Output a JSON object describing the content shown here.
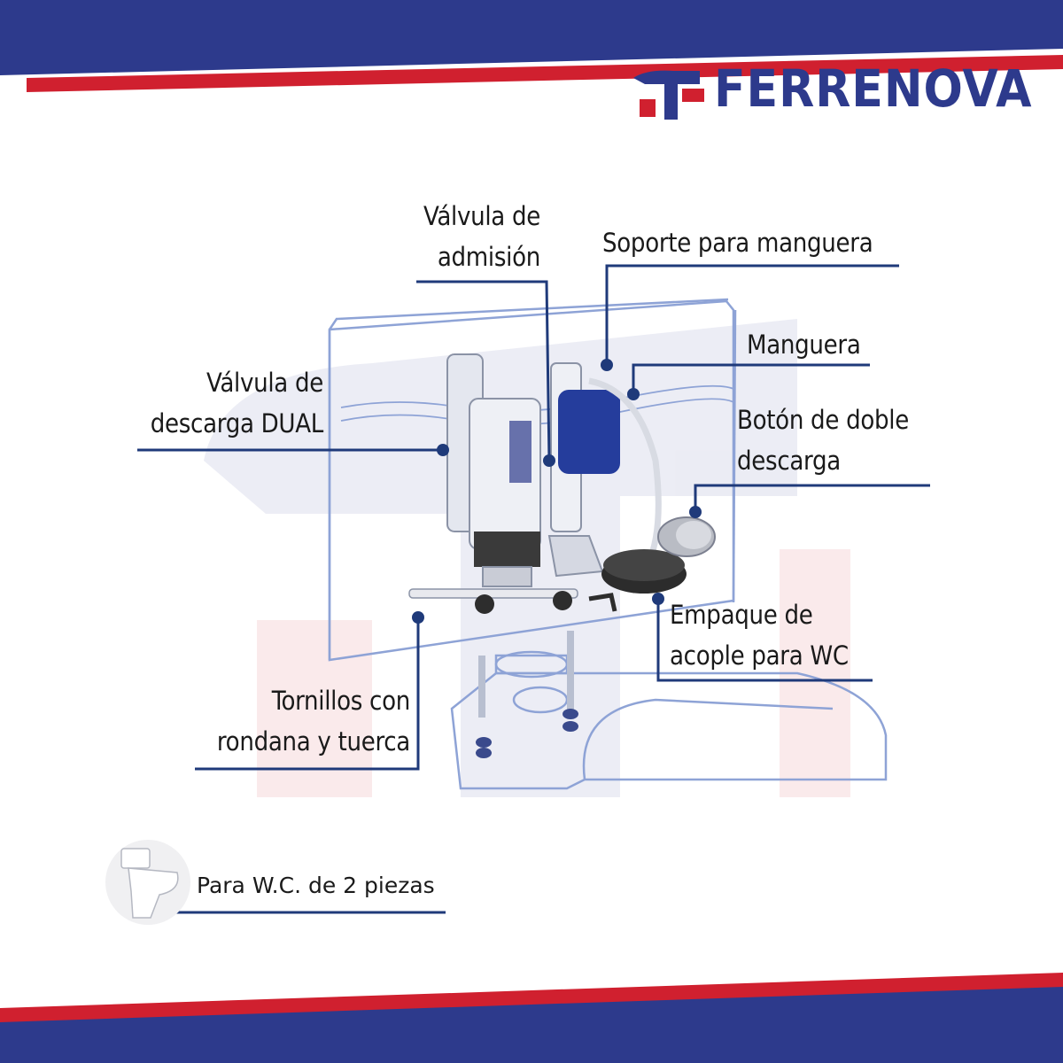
{
  "brand": {
    "name": "FERRENOVA",
    "colors": {
      "blue": "#2d3a8c",
      "red": "#d0202f",
      "line": "#1f3a7a"
    }
  },
  "labels": {
    "admission_line1": "Válvula de",
    "admission_line2": "admisión",
    "hose_support": "Soporte para manguera",
    "hose": "Manguera",
    "flush_valve_line1": "Válvula de",
    "flush_valve_line2": "descarga DUAL",
    "button_line1": "Botón de doble",
    "button_line2": "descarga",
    "gasket_line1": "Empaque de",
    "gasket_line2": "acople para WC",
    "screws_line1": "Tornillos con",
    "screws_line2": "rondana y tuerca"
  },
  "note": {
    "text": "Para W.C. de 2 piezas",
    "icon": "two-piece-toilet-icon"
  }
}
